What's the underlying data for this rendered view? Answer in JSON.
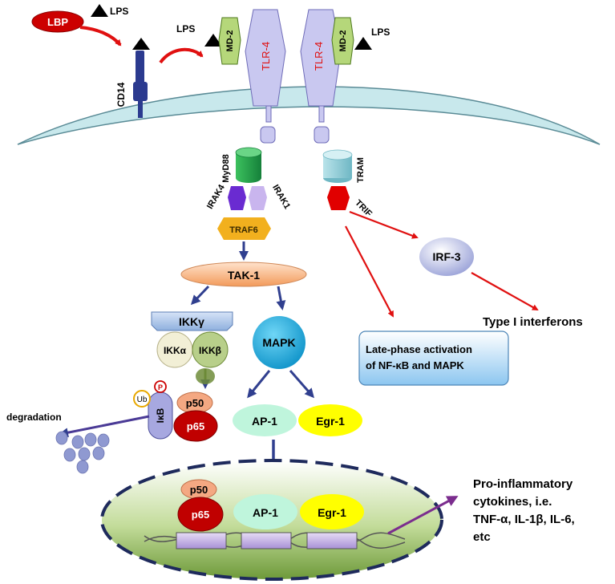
{
  "labels": {
    "lbp": "LBP",
    "lps_1": "LPS",
    "lps_2": "LPS",
    "lps_3": "LPS",
    "cd14": "CD14",
    "md2_left": "MD-2",
    "md2_right": "MD-2",
    "tlr4_left": "TLR-4",
    "tlr4_right": "TLR-4",
    "myd88": "MyD88",
    "irak4": "IRAK4",
    "irak1": "IRAK1",
    "traf6": "TRAF6",
    "tak1": "TAK-1",
    "ikk_gamma": "IKKγ",
    "ikk_alpha": "IKKα",
    "ikk_beta": "IKKβ",
    "mapk": "MAPK",
    "tram": "TRAM",
    "trif": "TRIF",
    "irf3": "IRF-3",
    "type1_ifn": "Type I interferons",
    "late_phase_line1": "Late-phase activation",
    "late_phase_line2": "of NF-κB and MAPK",
    "ub": "Ub",
    "p": "P",
    "ikb": "IκB",
    "p50": "p50",
    "p65": "p65",
    "degradation": "degradation",
    "ap1": "AP-1",
    "egr1": "Egr-1",
    "nuc_p50": "p50",
    "nuc_p65": "p65",
    "nuc_ap1": "AP-1",
    "nuc_egr1": "Egr-1",
    "proinfl_line1": "Pro-inflammatory",
    "proinfl_line2": "cytokines, i.e.",
    "proinfl_line3": "TNF-α, IL-1β, IL-6,",
    "proinfl_line4": "etc"
  },
  "colors": {
    "lbp": "#cc0000",
    "cd14": "#2b3a8f",
    "tlr4": "#c9c8f0",
    "md2": "#b5d77a",
    "membrane": "#c8e8ec",
    "myd88": "#2aa84a",
    "irak4": "#6a2bd1",
    "irak1": "#c9b5ee",
    "traf6": "#f2b01e",
    "tak1": "#f6b78c",
    "ikk": "#a9c2e6",
    "mapk": "#27b6e3",
    "tram": "#8ecfd8",
    "trif": "#e10000",
    "irf3": "#b9bfe6",
    "late_phase": "#a8d3f4",
    "ap1": "#bff5dc",
    "egr1": "#ffff00",
    "p50": "#f4a882",
    "p65": "#c00000",
    "red_arrow": "#e01010",
    "blue_arrow": "#303f8f",
    "purple_arrow": "#7b2d8e"
  }
}
